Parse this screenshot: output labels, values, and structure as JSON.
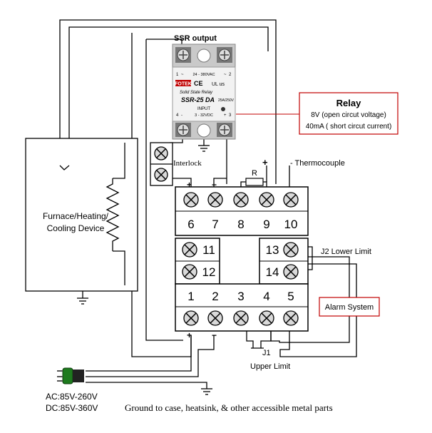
{
  "labels": {
    "ssr_output": "SSR output",
    "relay_title": "Relay",
    "relay_line1": "8V (open circut voltage)",
    "relay_line2": "40mA ( short circut current)",
    "thermocouple": "- Thermocouple",
    "interlock": "Interlock",
    "resistor": "R",
    "plus_thermo": "+",
    "device_line1": "Furnace/Heating/",
    "device_line2": "Cooling Device",
    "j2": "J2  Lower Limit",
    "alarm": "Alarm System",
    "j1": "J1",
    "upper_limit": "Upper Limit",
    "ac": "AC:85V-260V",
    "dc": "DC:85V-360V",
    "ground_note": "Ground to case, heatsink, & other accessible metal parts",
    "plus_top": "+",
    "minus_top": "−",
    "plus_bottom": "+",
    "minus_bottom": "−"
  },
  "ssr": {
    "brand": "FOTEK",
    "marks": "CE",
    "ul": "UL us",
    "subtitle": "Solid State Relay",
    "model": "SSR-25 DA",
    "rating": "25A/250V",
    "output_range": "24 - 380VAC",
    "input_label": "INPUT",
    "input_range": "3 - 32VDC",
    "t1": "1",
    "t2": "2",
    "t3": "3",
    "t4": "4",
    "t1_sign": "~",
    "t2_sign": "~",
    "t3_sign": "+",
    "t4_sign": "-"
  },
  "terminals": {
    "top_row": [
      "6",
      "7",
      "8",
      "9",
      "10"
    ],
    "mid_left": [
      "11",
      "12"
    ],
    "mid_right": [
      "13",
      "14"
    ],
    "bottom_row": [
      "1",
      "2",
      "3",
      "4",
      "5"
    ]
  }
}
